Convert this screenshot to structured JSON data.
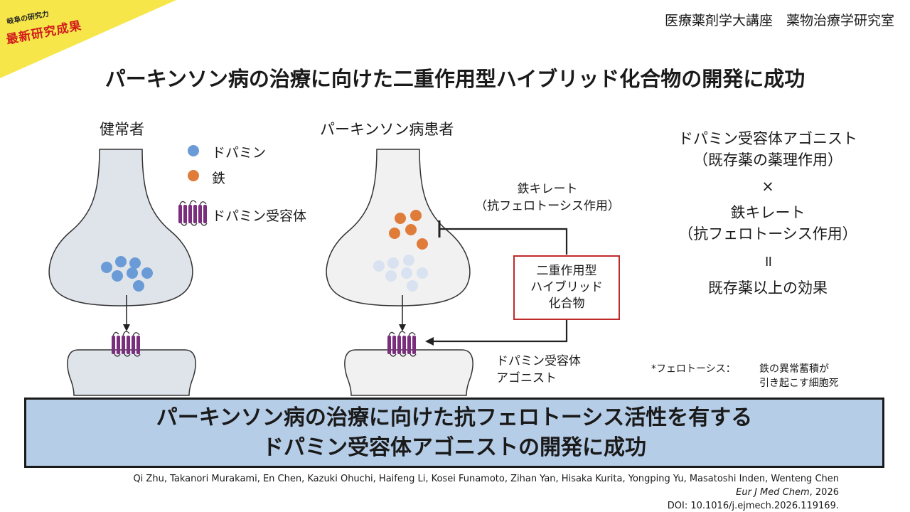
{
  "ribbon": {
    "sub": "岐阜の研究力",
    "main": "最新研究成果",
    "bg_color": "#f6e64a"
  },
  "lab_name": "医療薬剤学大講座　薬物治療学研究室",
  "title": "パーキンソン病の治療に向けた二重作用型ハイブリッド化合物の開発に成功",
  "diagram": {
    "healthy_label": "健常者",
    "patient_label": "パーキンソン病患者",
    "legend": {
      "dopamine": "ドパミン",
      "iron": "鉄",
      "receptor": "ドパミン受容体"
    },
    "chelate_label": [
      "鉄キレート",
      "（抗フェロトーシス作用）"
    ],
    "hybrid_box": [
      "二重作用型",
      "ハイブリッド",
      "化合物"
    ],
    "agonist_label": [
      "ドパミン受容体",
      "アゴニスト"
    ],
    "colors": {
      "dopamine": "#6a9bd6",
      "dopamine_faded": "#d9e2f0",
      "iron": "#e07c3a",
      "receptor": "#7b2d7e",
      "neuron_fill": "#dfe3ea",
      "neuron_fill_light": "#f1f1f1",
      "box_border": "#c02a2a"
    }
  },
  "right_panel": {
    "lines": [
      "ドパミン受容体アゴニスト",
      "（既存薬の薬理作用）",
      "×",
      "鉄キレート",
      "（抗フェロトーシス作用）",
      "॥",
      "既存薬以上の効果"
    ]
  },
  "footnote": {
    "term": "*フェロトーシス：",
    "def1": "鉄の異常蓄積が",
    "def2": "引き起こす細胞死"
  },
  "banner": {
    "line1": "パーキンソン病の治療に向けた抗フェロトーシス活性を有する",
    "line2": "ドパミン受容体アゴニストの開発に成功",
    "bg": "#b6cde8"
  },
  "citation": {
    "authors": "Qi Zhu, Takanori Murakami,  En Chen,  Kazuki Ohuchi, Haifeng Li, Kosei Funamoto, Zihan Yan, Hisaka Kurita, Yongping Yu, Masatoshi Inden, Wenteng Chen",
    "journal": "Eur J Med Chem",
    "year": ", 2026",
    "doi": "DOI: 10.1016/j.ejmech.2026.119169."
  }
}
